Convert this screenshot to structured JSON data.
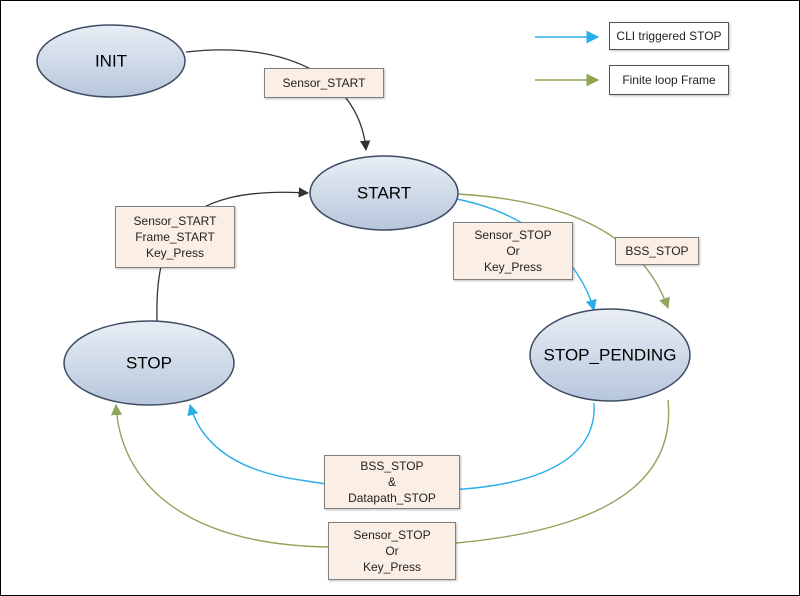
{
  "colors": {
    "cli_edge": "#29aee8",
    "loop_edge": "#8ea55a",
    "plain_edge": "#333333",
    "node_fill_top": "#e9eef5",
    "node_fill_bottom": "#b7c6dc",
    "label_fill": "#fbeee4"
  },
  "legend": {
    "cli": "CLI triggered STOP",
    "loop": "Finite loop Frame"
  },
  "states": {
    "init": "INIT",
    "start": "START",
    "stop": "STOP",
    "stop_pending": "STOP_PENDING"
  },
  "labels": {
    "init_to_start": [
      "Sensor_START"
    ],
    "stop_to_start": [
      "Sensor_START",
      "Frame_START",
      "Key_Press"
    ],
    "start_to_pending_cli": [
      "Sensor_STOP",
      "Or",
      "Key_Press"
    ],
    "start_to_pending_loop": [
      "BSS_STOP"
    ],
    "pending_to_stop_cli": [
      "BSS_STOP",
      "&",
      "Datapath_STOP"
    ],
    "pending_to_stop_loop": [
      "Sensor_STOP",
      "Or",
      "Key_Press"
    ]
  }
}
